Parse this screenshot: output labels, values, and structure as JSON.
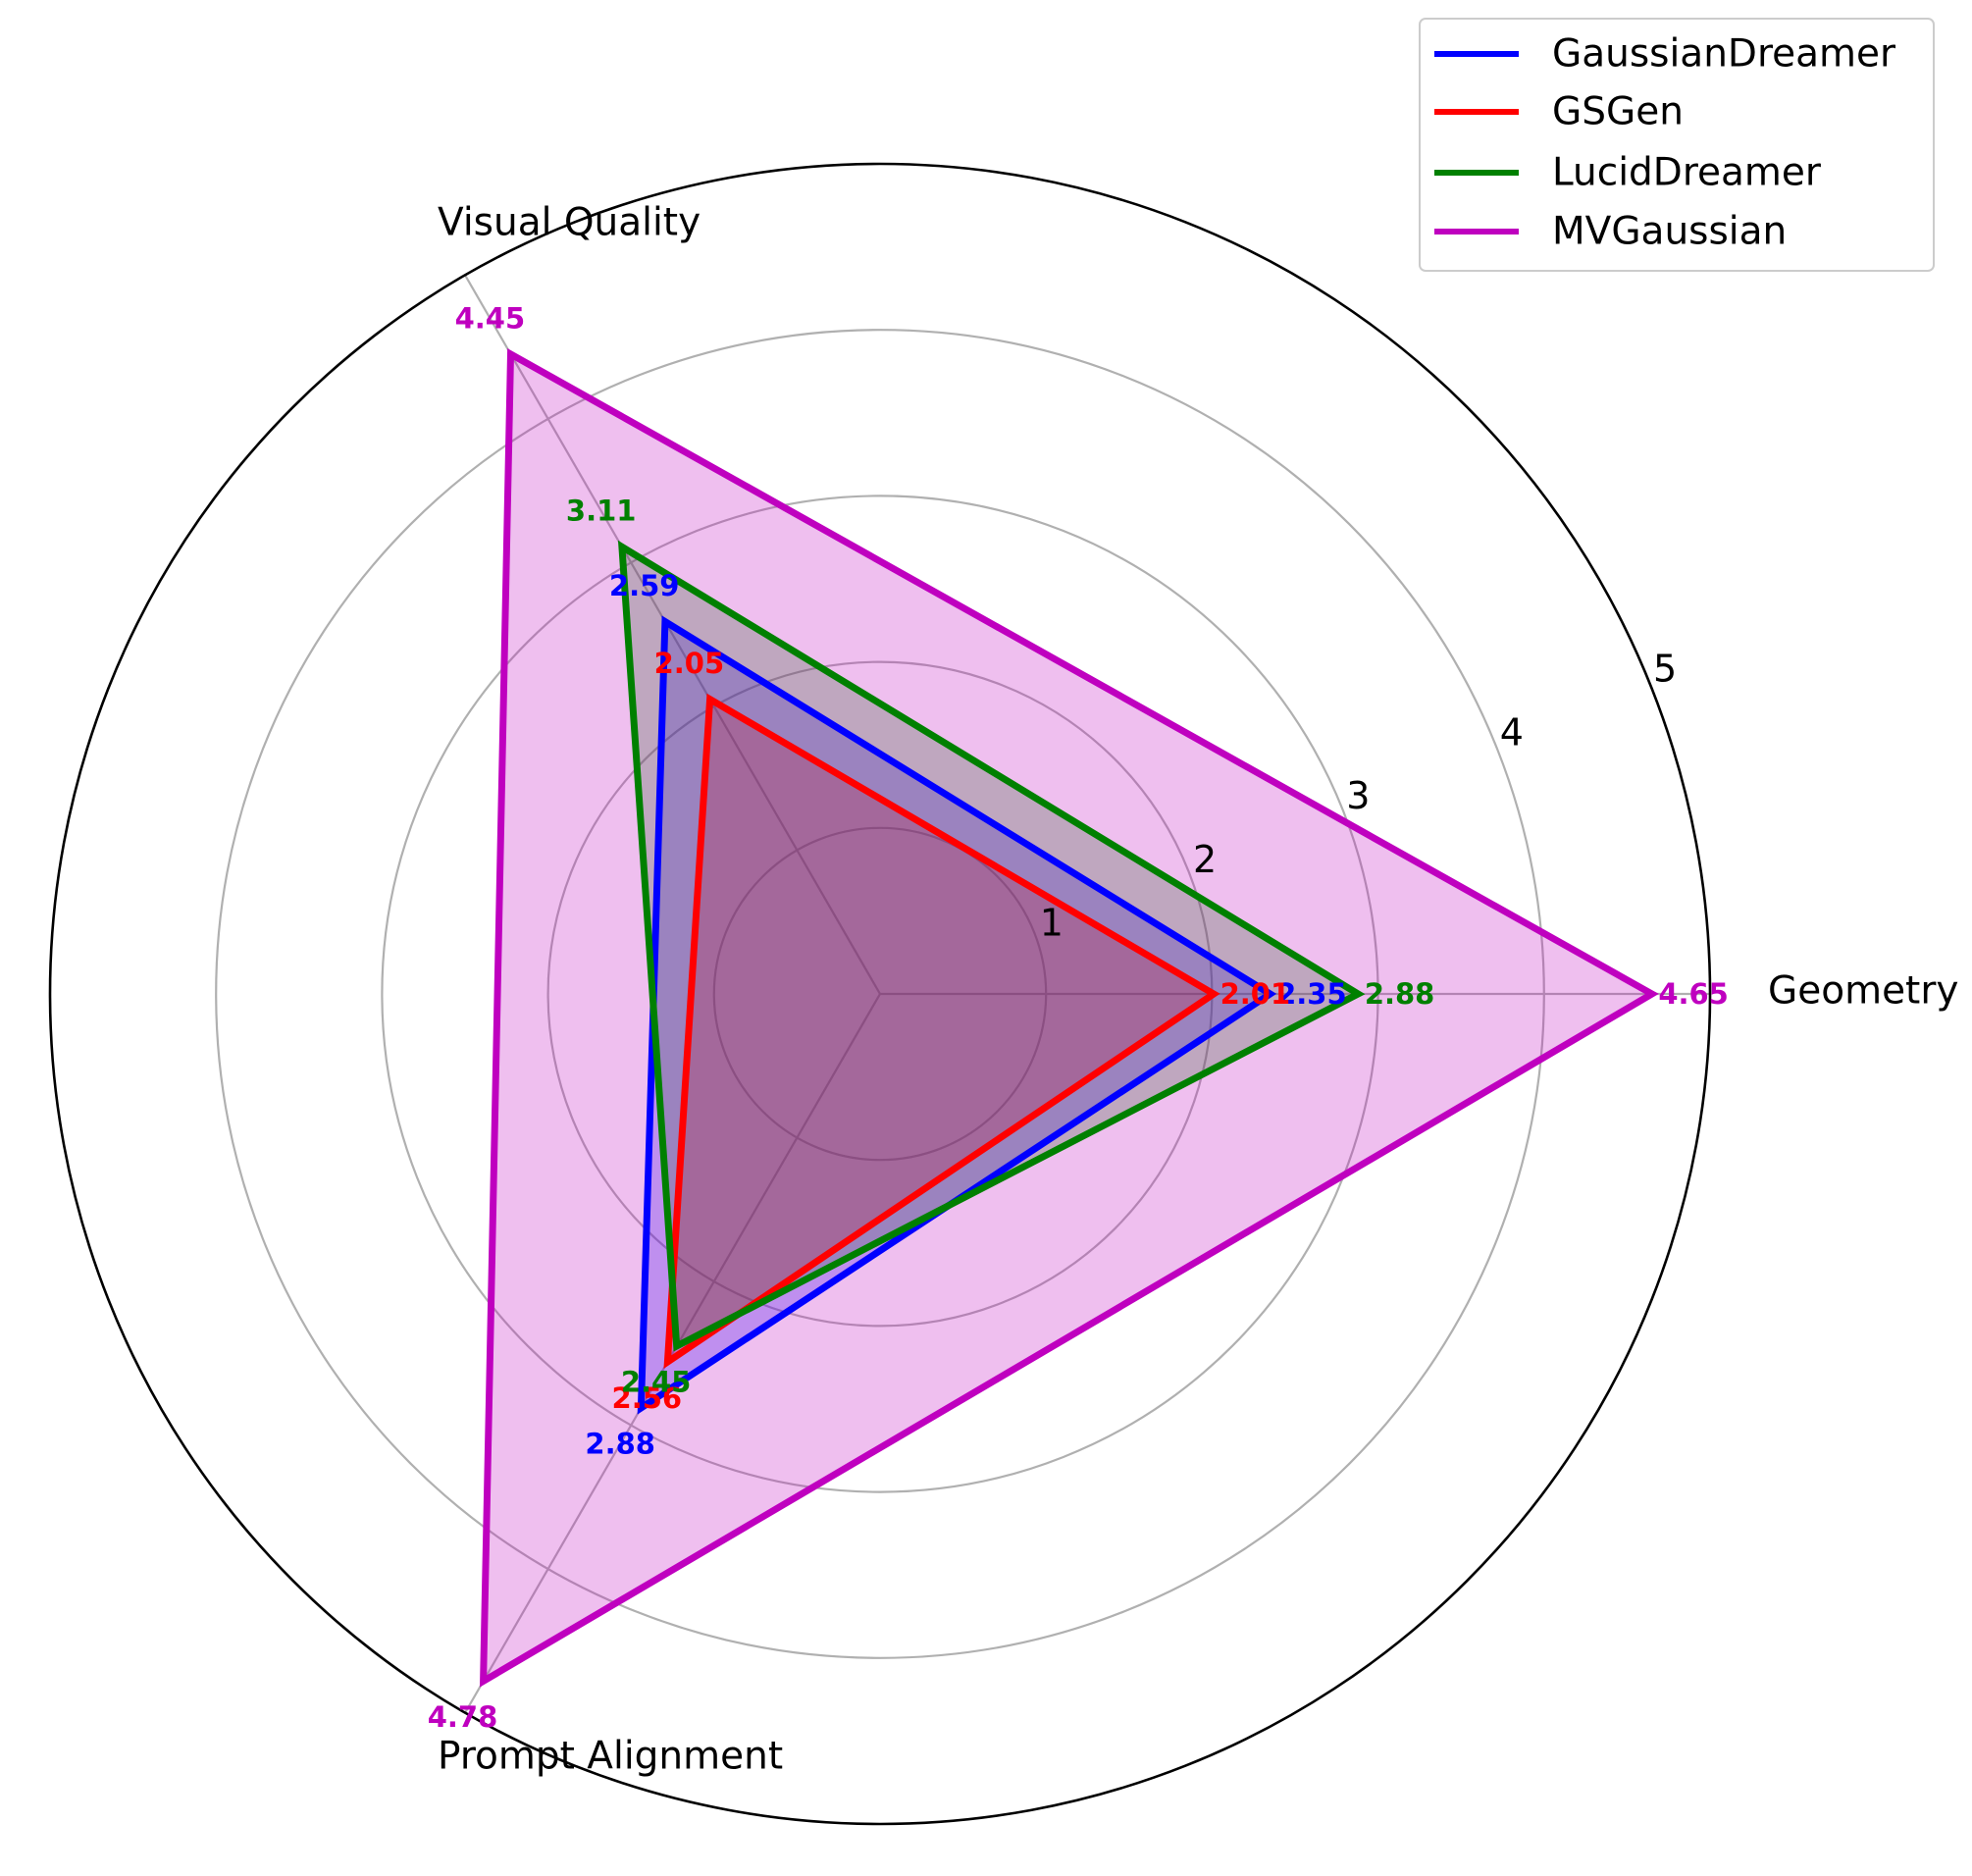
{
  "chart_data": {
    "type": "radar",
    "axes": [
      "Geometry",
      "Visual Quality",
      "Prompt Alignment"
    ],
    "rlim": [
      0,
      5
    ],
    "rticks": [
      1,
      2,
      3,
      4,
      5
    ],
    "grid": true,
    "legend_position": "top-right",
    "series": [
      {
        "name": "GaussianDreamer",
        "color": "#0000ff",
        "values": [
          2.35,
          2.59,
          2.88
        ],
        "labels": [
          "2.35",
          "2.59",
          "2.88"
        ]
      },
      {
        "name": "GSGen",
        "color": "#ff0000",
        "values": [
          2.01,
          2.05,
          2.56
        ],
        "labels": [
          "2.01",
          "2.05",
          "2.56"
        ]
      },
      {
        "name": "LucidDreamer",
        "color": "#008000",
        "values": [
          2.88,
          3.11,
          2.45
        ],
        "labels": [
          "2.88",
          "3.11",
          "2.45"
        ]
      },
      {
        "name": "MVGaussian",
        "color": "#bf00bf",
        "values": [
          4.65,
          4.45,
          4.78
        ],
        "labels": [
          "4.65",
          "4.45",
          "4.78"
        ]
      }
    ]
  }
}
